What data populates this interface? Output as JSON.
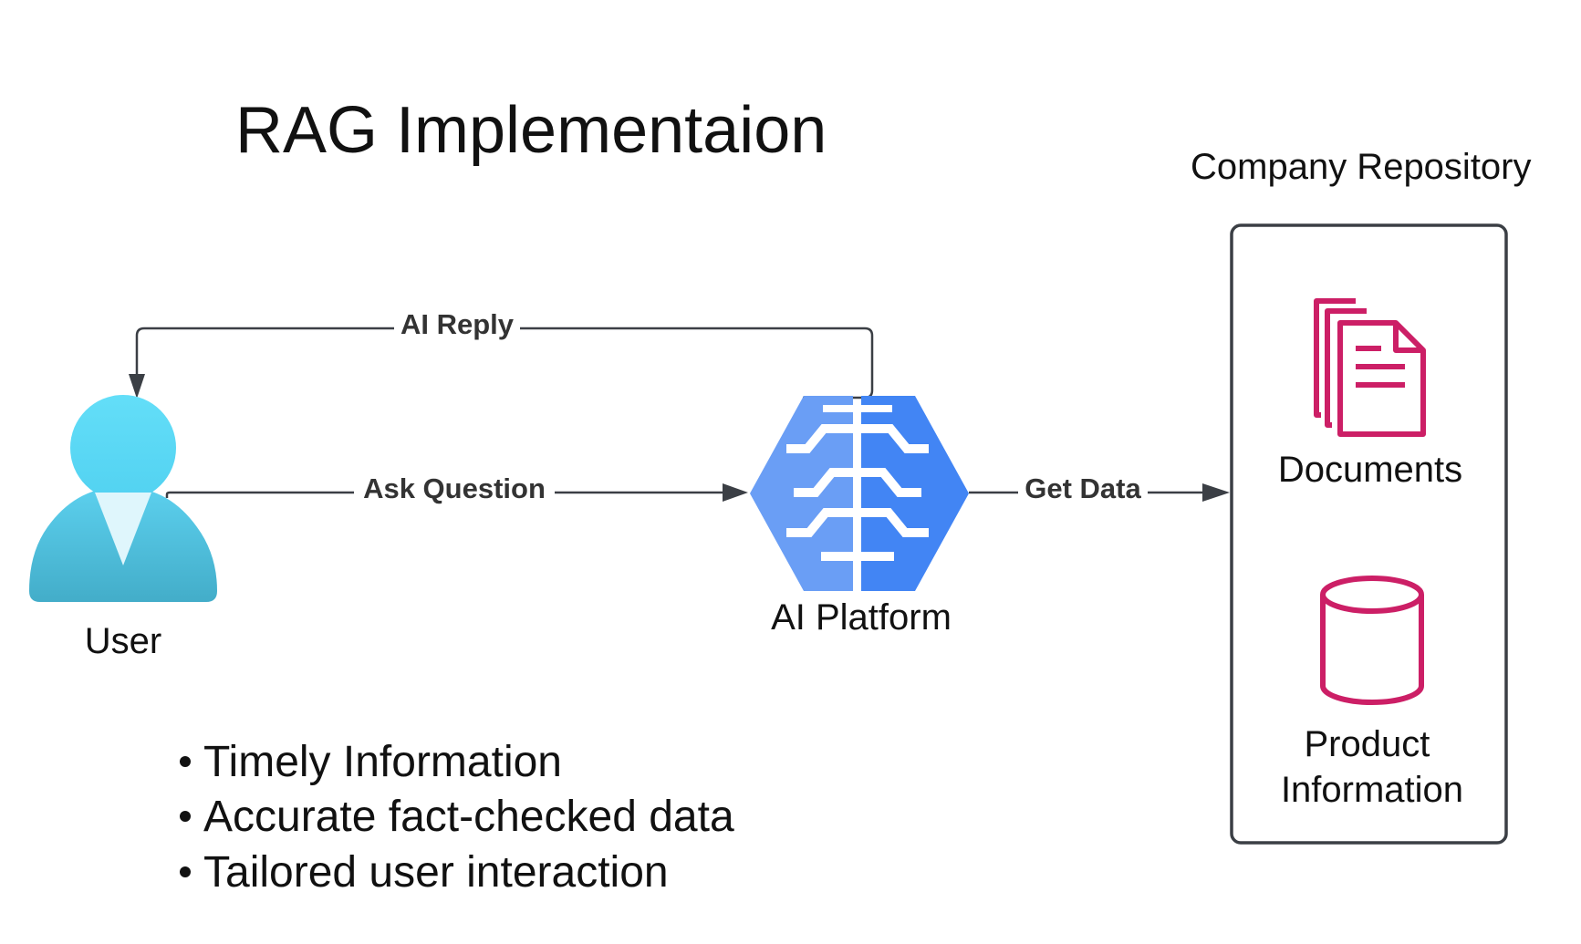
{
  "title": "RAG Implementaion",
  "nodes": {
    "user": {
      "label": "User",
      "icon": "user-person-icon"
    },
    "ai_platform": {
      "label": "AI Platform",
      "icon": "ai-brain-icon"
    },
    "repository": {
      "label": "Company Repository",
      "items": [
        {
          "label": "Documents",
          "icon": "documents-icon"
        },
        {
          "label_line1": "Product",
          "label_line2": "Information",
          "icon": "database-cylinder-icon"
        }
      ]
    }
  },
  "edges": {
    "ask_question": "Ask Question",
    "ai_reply": "AI Reply",
    "get_data": "Get Data"
  },
  "benefits": [
    "Timely Information",
    "Accurate fact-checked data",
    "Tailored user interaction"
  ],
  "colors": {
    "user_head": "#5bd9f5",
    "user_body": "#4cb8d8",
    "ai_light_blue": "#6a9ef5",
    "ai_dark_blue": "#4285f4",
    "repo_icon": "#cc1f66",
    "connector": "#3b3f45"
  }
}
